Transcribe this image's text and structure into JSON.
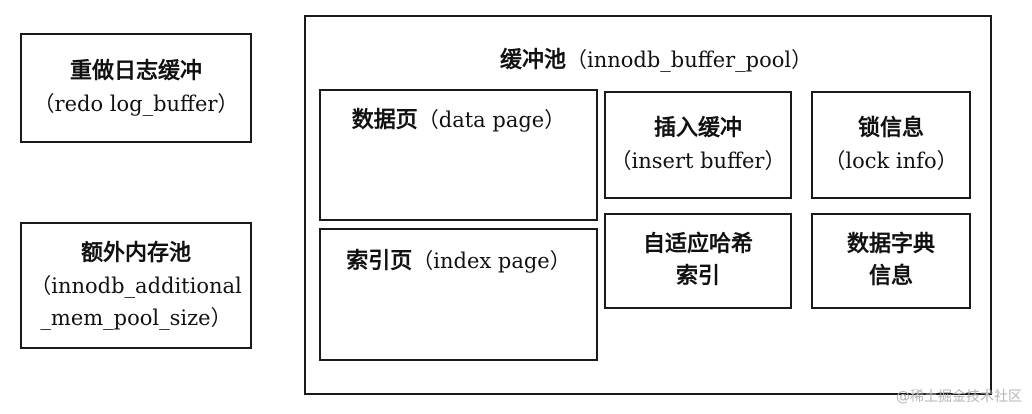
{
  "redo_log_buffer": {
    "title": "重做日志缓冲",
    "subtitle": "（redo log_buffer）"
  },
  "additional_mem_pool": {
    "title": "额外内存池",
    "line2": "（innodb_additional",
    "line3": "_mem_pool_size）"
  },
  "buffer_pool": {
    "title_zh": "缓冲池",
    "title_en": "（innodb_buffer_pool）",
    "data_page": {
      "zh": "数据页",
      "en": "（data page）"
    },
    "index_page": {
      "zh": "索引页",
      "en": "（index page）"
    },
    "insert_buffer": {
      "title": "插入缓冲",
      "subtitle": "（insert buffer）"
    },
    "lock_info": {
      "title": "锁信息",
      "subtitle": "（lock info）"
    },
    "adaptive_hash_index": {
      "line1": "自适应哈希",
      "line2": "索引"
    },
    "data_dictionary": {
      "line1": "数据字典",
      "line2": "信息"
    }
  },
  "watermark": "@稀土掘金技术社区"
}
